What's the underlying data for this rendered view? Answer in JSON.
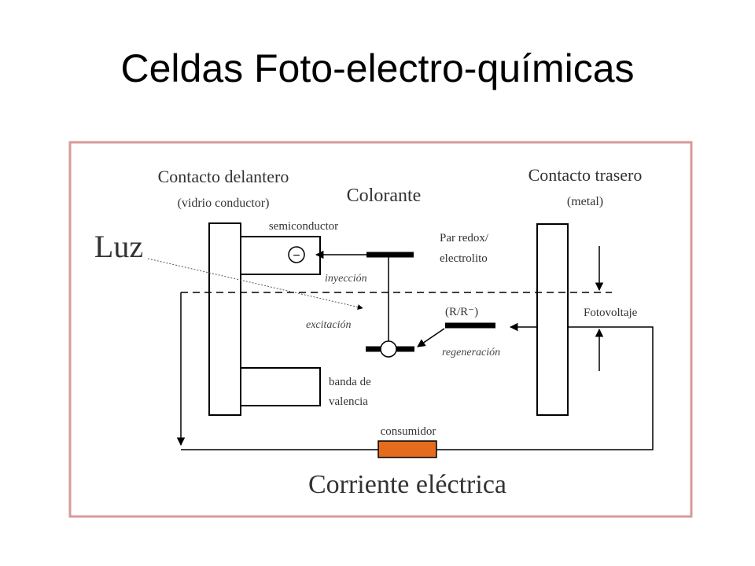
{
  "slide": {
    "title": "Celdas Foto-electro-químicas"
  },
  "diagram": {
    "front_contact": "Contacto delantero",
    "front_contact_sub": "(vidrio conductor)",
    "back_contact": "Contacto trasero",
    "back_contact_sub": "(metal)",
    "dye": "Colorante",
    "semiconductor": "semiconductor",
    "light": "Luz",
    "redox_1": "Par redox/",
    "redox_2": "electrolito",
    "injection": "inyección",
    "excitation": "excitación",
    "redox_pair": "(R/R⁻)",
    "regeneration": "regeneración",
    "photovoltage": "Fotovoltaje",
    "valence_1": "banda de",
    "valence_2": "valencia",
    "consumer": "consumidor",
    "current": "Corriente eléctrica",
    "electron_symbol": "−"
  },
  "colors": {
    "frame": "#d79a9a",
    "consumer": "#e46c1c",
    "ink": "#000000"
  }
}
